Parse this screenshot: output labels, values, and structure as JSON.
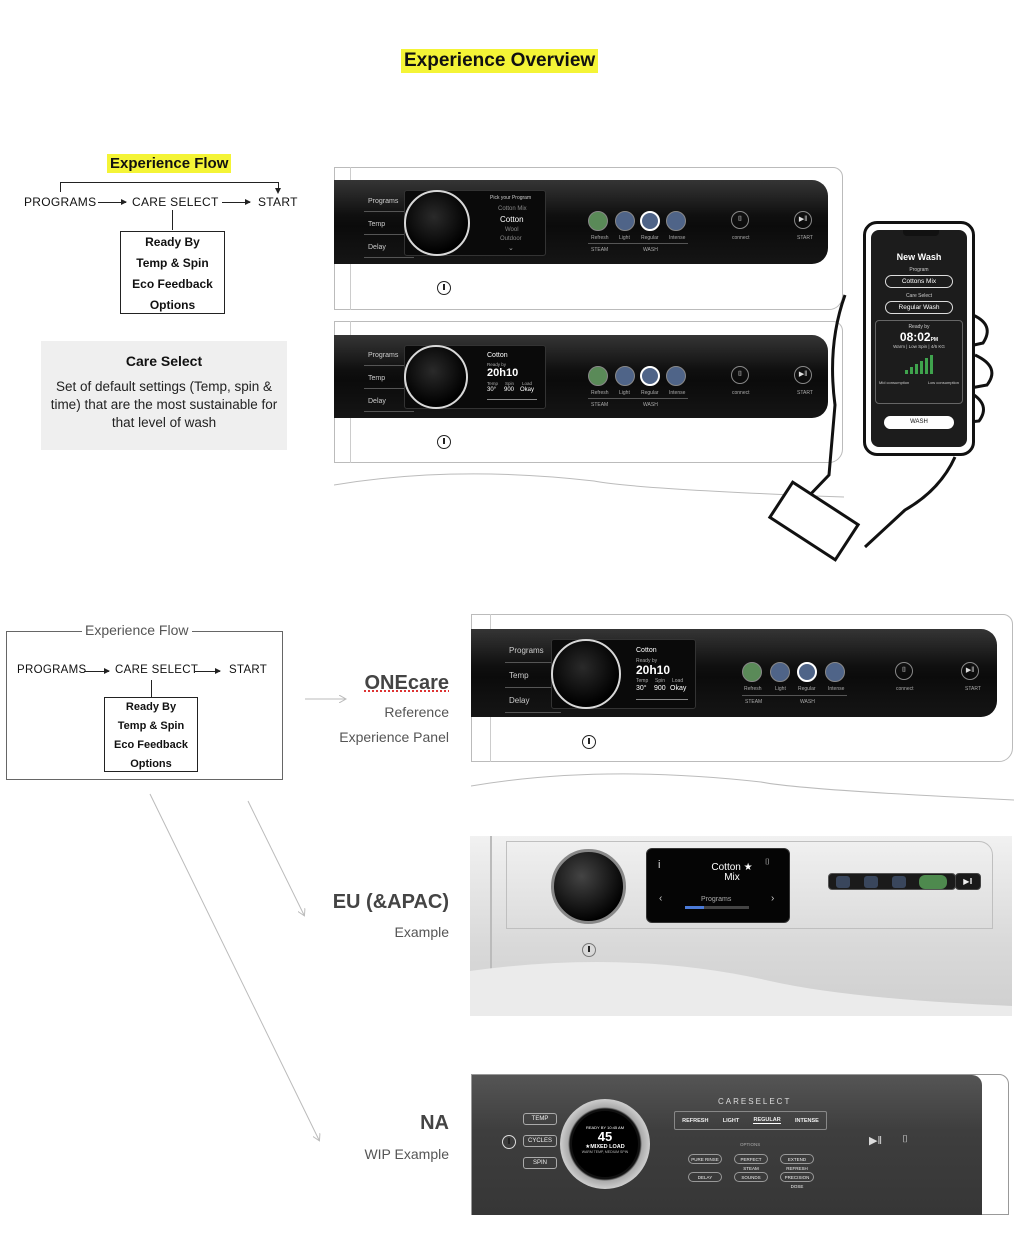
{
  "title": "Experience Overview",
  "flow": {
    "title": "Experience Flow",
    "steps": [
      "PROGRAMS",
      "CARE SELECT",
      "START"
    ],
    "care_select_items": [
      "Ready By",
      "Temp & Spin",
      "Eco Feedback",
      "Options"
    ]
  },
  "care_card": {
    "title": "Care Select",
    "description": "Set of default settings (Temp, spin & time) that are the most sustainable for that level of wash"
  },
  "panel": {
    "side_buttons": [
      "Programs",
      "Temp",
      "Delay"
    ],
    "program_list": {
      "header": "Pick your Program",
      "items": [
        "Cotton Mix",
        "Cotton",
        "Wool",
        "Outdoor"
      ]
    },
    "program_detail": {
      "name": "Cotton",
      "ready_label": "Ready by",
      "ready_time": "20h10",
      "temp_label": "Temp",
      "temp_value": "30°",
      "spin_label": "Spin",
      "spin_value": "900",
      "load_label": "Load",
      "load_value": "Okay"
    },
    "care_buttons": [
      "Refresh",
      "Light",
      "Regular",
      "Intense"
    ],
    "group_steam": "STEAM",
    "group_wash": "WASH",
    "connect": "connect",
    "start": "START"
  },
  "phone": {
    "title": "New Wash",
    "program_label": "Program",
    "program_value": "Cottons Mix",
    "care_label": "Care Select",
    "care_value": "Regular Wash",
    "ready_label": "Ready by",
    "time": "08:02",
    "ampm": "PM",
    "details": "Warm | Low Spin | 4/6 KG",
    "consumption_mid": "Mid consumption",
    "consumption_low": "Low consumption",
    "wash_button": "WASH"
  },
  "lower": {
    "onecare": {
      "title": "ONEcare",
      "line1": "Reference",
      "line2": "Experience Panel"
    },
    "eu": {
      "title": "EU (&APAC)",
      "line1": "Example",
      "screen_program": "Cotton Mix",
      "screen_program_line1": "Cotton",
      "screen_program_line2": "Mix",
      "screen_label": "Programs",
      "info": "i"
    },
    "na": {
      "title": "NA",
      "line1": "WIP Example",
      "brand": "CARESELECT",
      "left_buttons": [
        "TEMP",
        "CYCLES",
        "SPIN"
      ],
      "ready": "READY BY 10:45 AM",
      "minutes": "45",
      "load": "MIXED LOAD",
      "sub": "WARM TEMP, MEDIUM SPIN",
      "care_options": [
        "REFRESH",
        "LIGHT",
        "REGULAR",
        "INTENSE"
      ],
      "options_label": "OPTIONS",
      "option_buttons": [
        "PURE RINSE",
        "PERFECT STEAM",
        "EXTEND REFRESH",
        "DELAY",
        "SOUNDS",
        "PRECISION DOSE"
      ]
    }
  },
  "colors": {
    "highlight": "#f4f436",
    "panel": "#111111",
    "care_blue": "#4f6488",
    "care_green": "#5a8a58"
  }
}
